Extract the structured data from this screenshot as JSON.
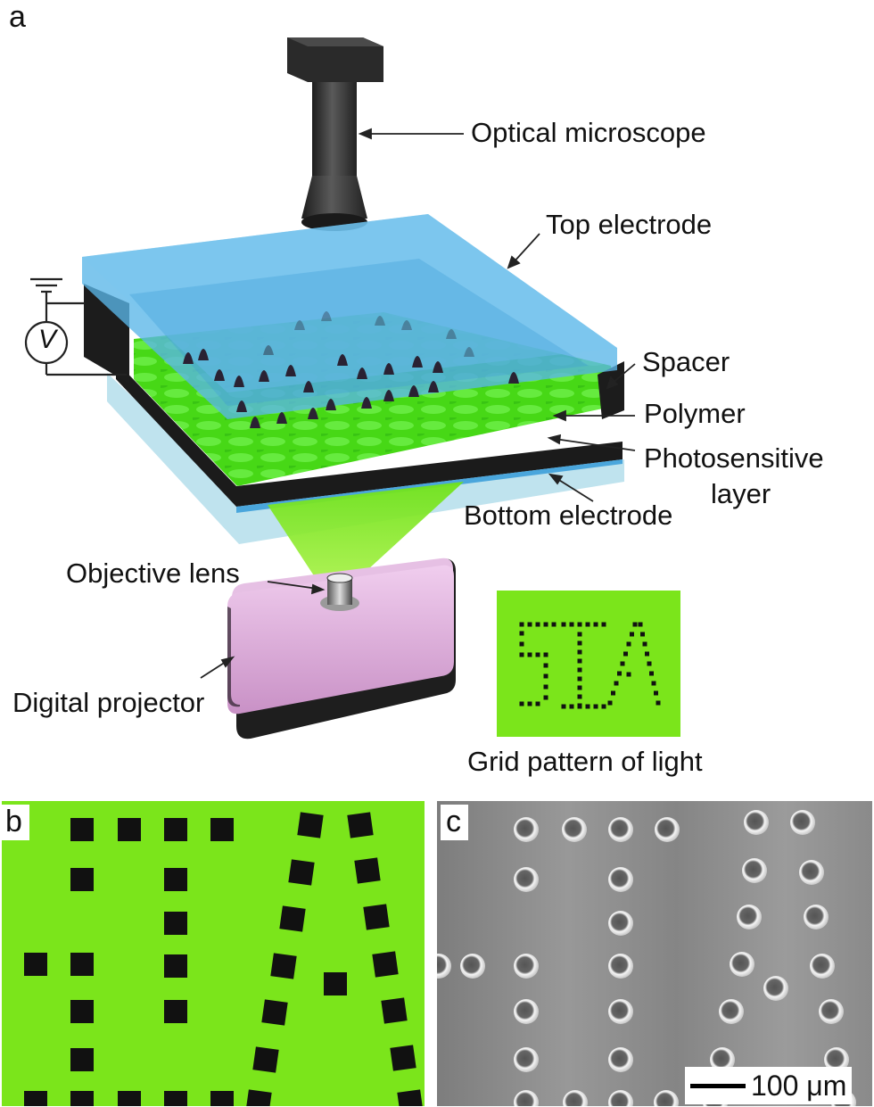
{
  "panel_a": {
    "letter": "a",
    "labels": {
      "optical_microscope": "Optical microscope",
      "top_electrode": "Top electrode",
      "spacer": "Spacer",
      "polymer": "Polymer",
      "photosensitive_layer": [
        "Photosensitive",
        "layer"
      ],
      "bottom_electrode": "Bottom electrode",
      "objective_lens": "Objective lens",
      "digital_projector": "Digital projector",
      "grid_pattern": "Grid pattern of light",
      "voltmeter_symbol": "V"
    },
    "inset_pattern_text": "SIA"
  },
  "panel_b": {
    "letter": "b"
  },
  "panel_c": {
    "letter": "c",
    "scale_bar": "100 μm"
  },
  "colors": {
    "pattern_green": "#7be51b",
    "polymer_green": "#4fe01a",
    "electrode_blue": "#5fb5e6",
    "electrode_light": "#b8dfeb",
    "spacer_black": "#1a1a1a",
    "projector_purple": "#d9a8d8",
    "microscope_dark": "#3a3a3a",
    "sem_gray": "#8c8c8c"
  }
}
